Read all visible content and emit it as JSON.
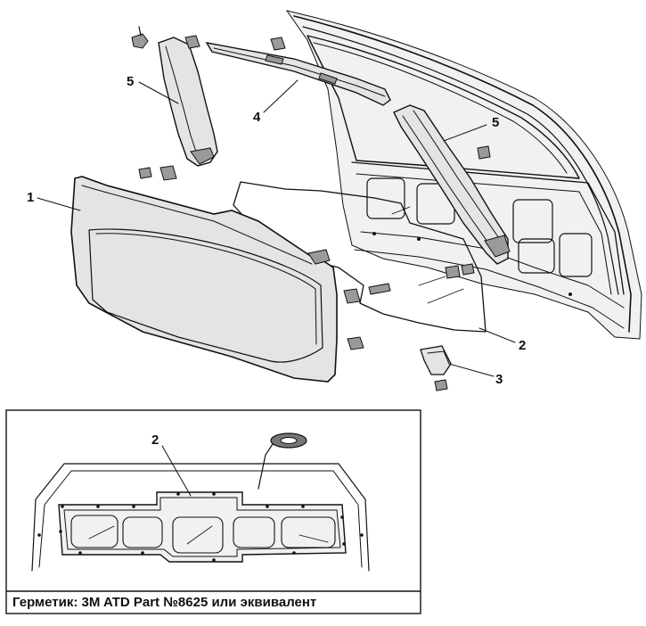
{
  "callouts": {
    "c1": "1",
    "c2": "2",
    "c3": "3",
    "c4": "4",
    "c5a": "5",
    "c5b": "5",
    "inset2": "2"
  },
  "caption": "Герметик: 3M ATD Part №8625 или эквивалент"
}
